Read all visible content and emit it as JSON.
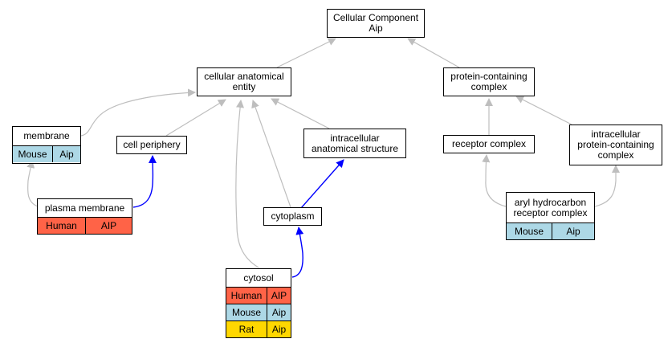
{
  "colors": {
    "human": "#ff6347",
    "mouse": "#add8e6",
    "rat": "#ffd700",
    "edge_gray": "#bebebe",
    "edge_blue": "#0000ff"
  },
  "nodes": {
    "root": {
      "line1": "Cellular Component",
      "line2": "Aip"
    },
    "cae": {
      "line1": "cellular anatomical",
      "line2": "entity"
    },
    "pcc": {
      "line1": "protein-containing",
      "line2": "complex"
    },
    "membrane": {
      "label": "membrane",
      "rows": [
        {
          "species": "Mouse",
          "gene": "Aip"
        }
      ]
    },
    "cell_periphery": {
      "label": "cell periphery"
    },
    "ias": {
      "line1": "intracellular",
      "line2": "anatomical structure"
    },
    "receptor_complex": {
      "label": "receptor complex"
    },
    "ipcc": {
      "line1": "intracellular",
      "line2": "protein-containing",
      "line3": "complex"
    },
    "plasma_membrane": {
      "label": "plasma membrane",
      "rows": [
        {
          "species": "Human",
          "gene": "AIP"
        }
      ]
    },
    "cytoplasm": {
      "label": "cytoplasm"
    },
    "ahrc": {
      "line1": "aryl hydrocarbon",
      "line2": "receptor complex",
      "rows": [
        {
          "species": "Mouse",
          "gene": "Aip"
        }
      ]
    },
    "cytosol": {
      "label": "cytosol",
      "rows": [
        {
          "species": "Human",
          "gene": "AIP"
        },
        {
          "species": "Mouse",
          "gene": "Aip"
        },
        {
          "species": "Rat",
          "gene": "Aip"
        }
      ]
    }
  }
}
